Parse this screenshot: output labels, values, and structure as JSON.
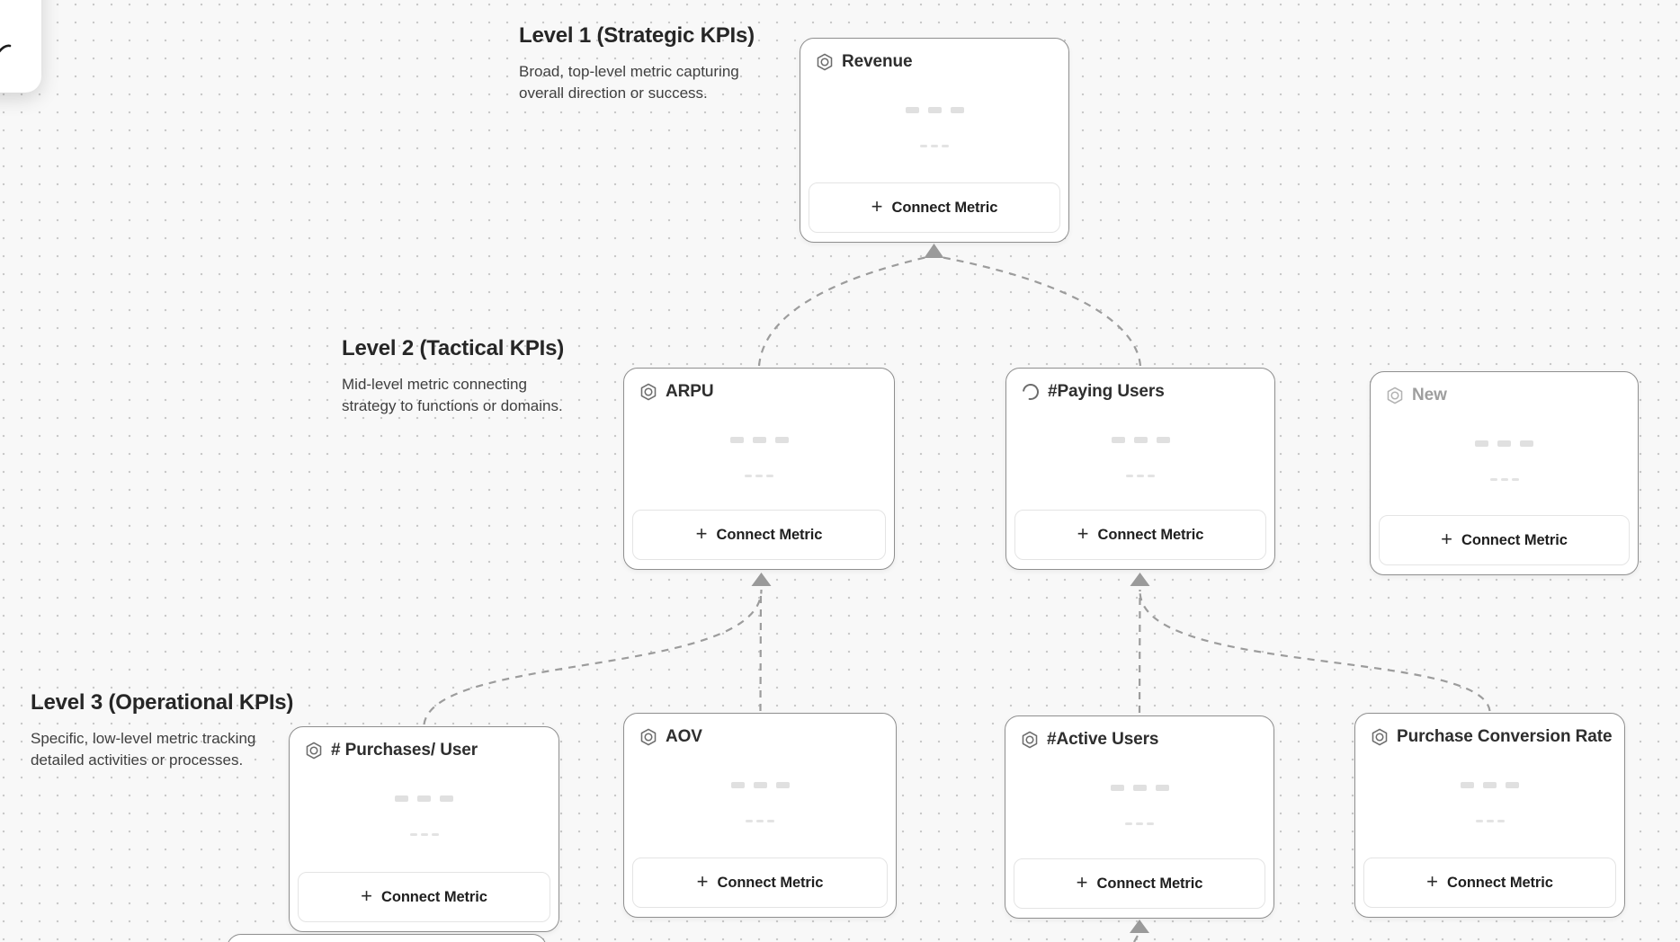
{
  "canvas": {
    "background_color": "#f8f8f8",
    "dot_color": "#c9c9c9",
    "line_color": "#9c9c9c"
  },
  "sections": [
    {
      "title": "Level 1 (Strategic KPIs)",
      "description": "Broad, top-level metric capturing\noverall direction or success."
    },
    {
      "title": "Level 2 (Tactical KPIs)",
      "description": "Mid-level metric connecting\nstrategy to functions or domains."
    },
    {
      "title": "Level 3 (Operational KPIs)",
      "description": "Specific, low-level metric tracking\ndetailed activities or processes."
    }
  ],
  "cards": [
    {
      "title": "Revenue",
      "icon": "hexagon-icon",
      "muted": false,
      "button_label": "Connect Metric",
      "plus": "+"
    },
    {
      "title": "ARPU",
      "icon": "hexagon-icon",
      "muted": false,
      "button_label": "Connect Metric",
      "plus": "+"
    },
    {
      "title": "#Paying Users",
      "icon": "spinner-icon",
      "muted": false,
      "button_label": "Connect Metric",
      "plus": "+"
    },
    {
      "title": "New",
      "icon": "hexagon-icon",
      "muted": true,
      "button_label": "Connect Metric",
      "plus": "+"
    },
    {
      "title": "# Purchases/ User",
      "icon": "hexagon-icon",
      "muted": false,
      "button_label": "Connect Metric",
      "plus": "+"
    },
    {
      "title": "AOV",
      "icon": "hexagon-icon",
      "muted": false,
      "button_label": "Connect Metric",
      "plus": "+"
    },
    {
      "title": "#Active Users",
      "icon": "hexagon-icon",
      "muted": false,
      "button_label": "Connect Metric",
      "plus": "+"
    },
    {
      "title": "Purchase Conversion Rate",
      "icon": "hexagon-icon",
      "muted": false,
      "button_label": "Connect Metric",
      "plus": "+"
    }
  ]
}
